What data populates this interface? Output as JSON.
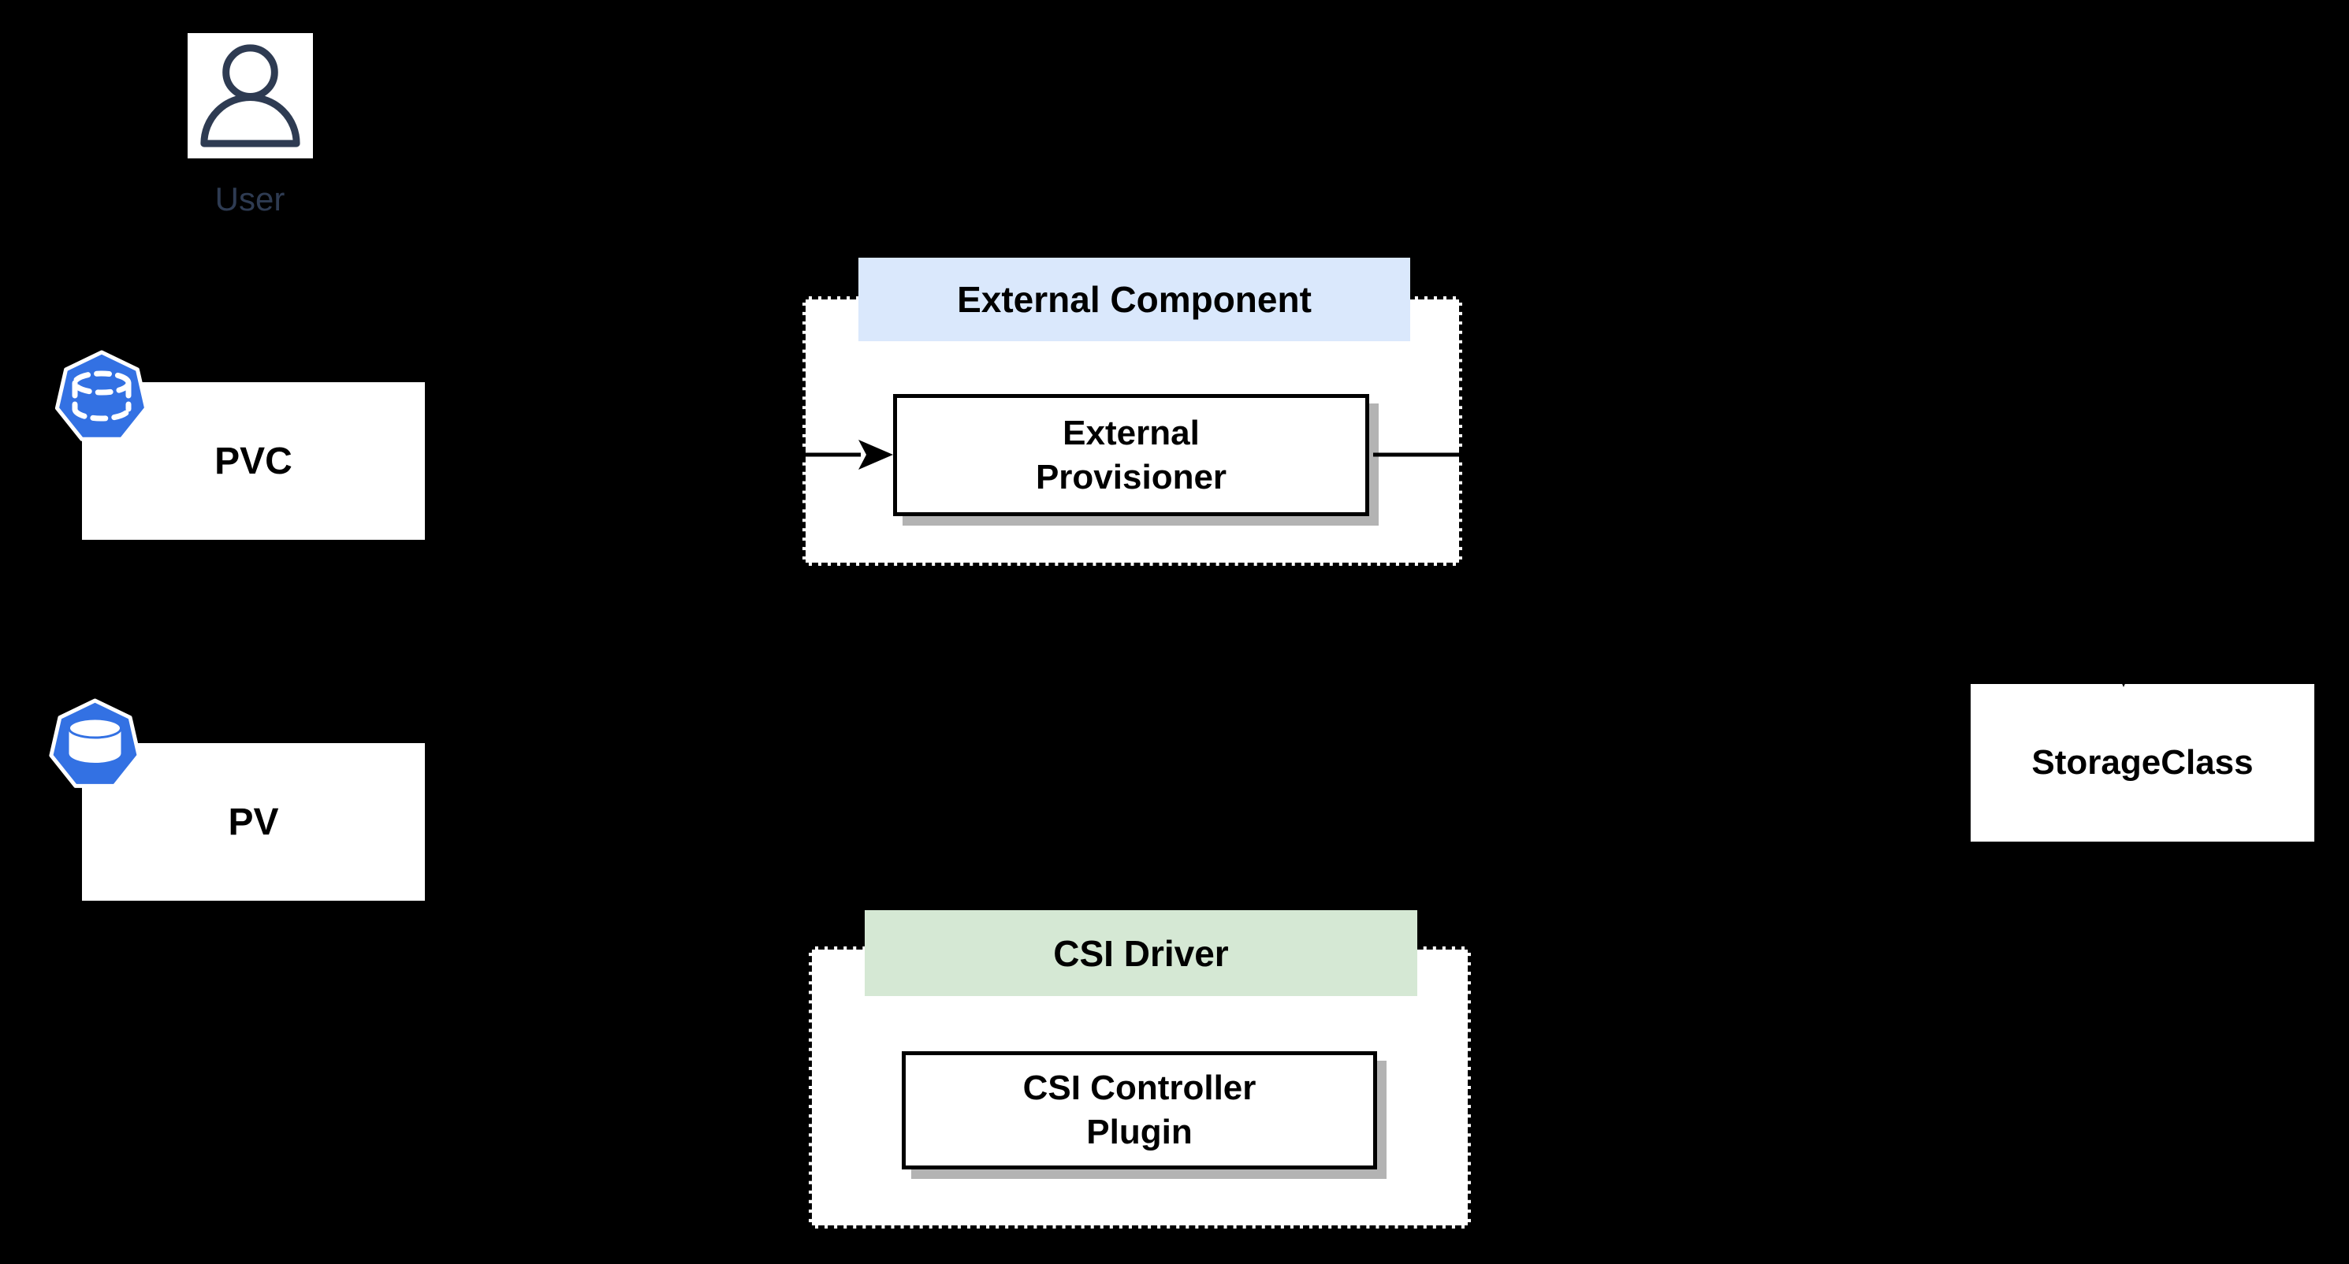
{
  "diagram": {
    "title": "CSI dynamic provisioning diagram",
    "background": "#000000"
  },
  "nodes": {
    "user": {
      "label": "User"
    },
    "pvc": {
      "label": "PVC"
    },
    "pv": {
      "label": "PV"
    },
    "external_component": {
      "title": "External Component"
    },
    "external_provisioner": {
      "label": "External\nProvisioner"
    },
    "csi_driver": {
      "title": "CSI Driver"
    },
    "csi_controller_plugin": {
      "label": "CSI Controller\nPlugin"
    },
    "storage_class": {
      "label": "StorageClass"
    }
  },
  "icons": {
    "user": "person-icon",
    "pvc": "k8s-pvc-dashed-volume-icon",
    "pv": "k8s-pv-solid-volume-icon"
  },
  "edges": [
    {
      "id": "pvc-to-external-provisioner",
      "from": "PVC",
      "to": "External Provisioner",
      "style": "solid-arrow"
    },
    {
      "id": "external-provisioner-to-storage-class",
      "from": "External Provisioner",
      "to": "StorageClass",
      "style": "solid-arrow"
    }
  ],
  "colors": {
    "background": "#000000",
    "kubernetes_blue": "#3371E3",
    "external_component_header": "#DAE8FC",
    "csi_driver_header": "#D5E8D4",
    "box_border": "#000000",
    "box_shadow": "#B3B3B3",
    "user_text": "#2E3B52"
  }
}
